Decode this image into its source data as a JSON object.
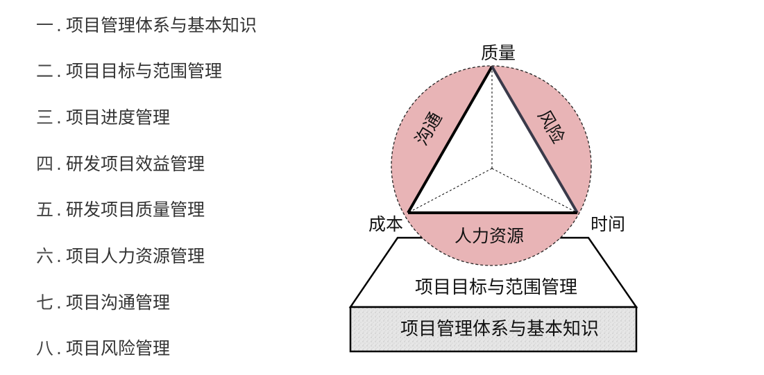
{
  "outline": [
    {
      "num": "一",
      "label": "项目管理体系与基本知识"
    },
    {
      "num": "二",
      "label": "项目目标与范围管理"
    },
    {
      "num": "三",
      "label": "项目进度管理"
    },
    {
      "num": "四",
      "label": "研发项目效益管理"
    },
    {
      "num": "五",
      "label": "研发项目质量管理"
    },
    {
      "num": "六",
      "label": "项目人力资源管理"
    },
    {
      "num": "七",
      "label": "项目沟通管理"
    },
    {
      "num": "八",
      "label": "项目风险管理"
    }
  ],
  "outline_separator": ".",
  "diagram": {
    "vertices": {
      "top": "质量",
      "left": "成本",
      "right": "时间"
    },
    "segments": {
      "left": "沟通",
      "right": "风险",
      "bottom": "人力资源"
    },
    "base_trapezoid": "项目目标与范围管理",
    "base_foundation": "项目管理体系与基本知识",
    "colors": {
      "circle_fill": "#e8b4b6",
      "inner_fill": "#ffffff",
      "foundation_fill": "#e6e6e6",
      "stroke": "#000000"
    }
  }
}
